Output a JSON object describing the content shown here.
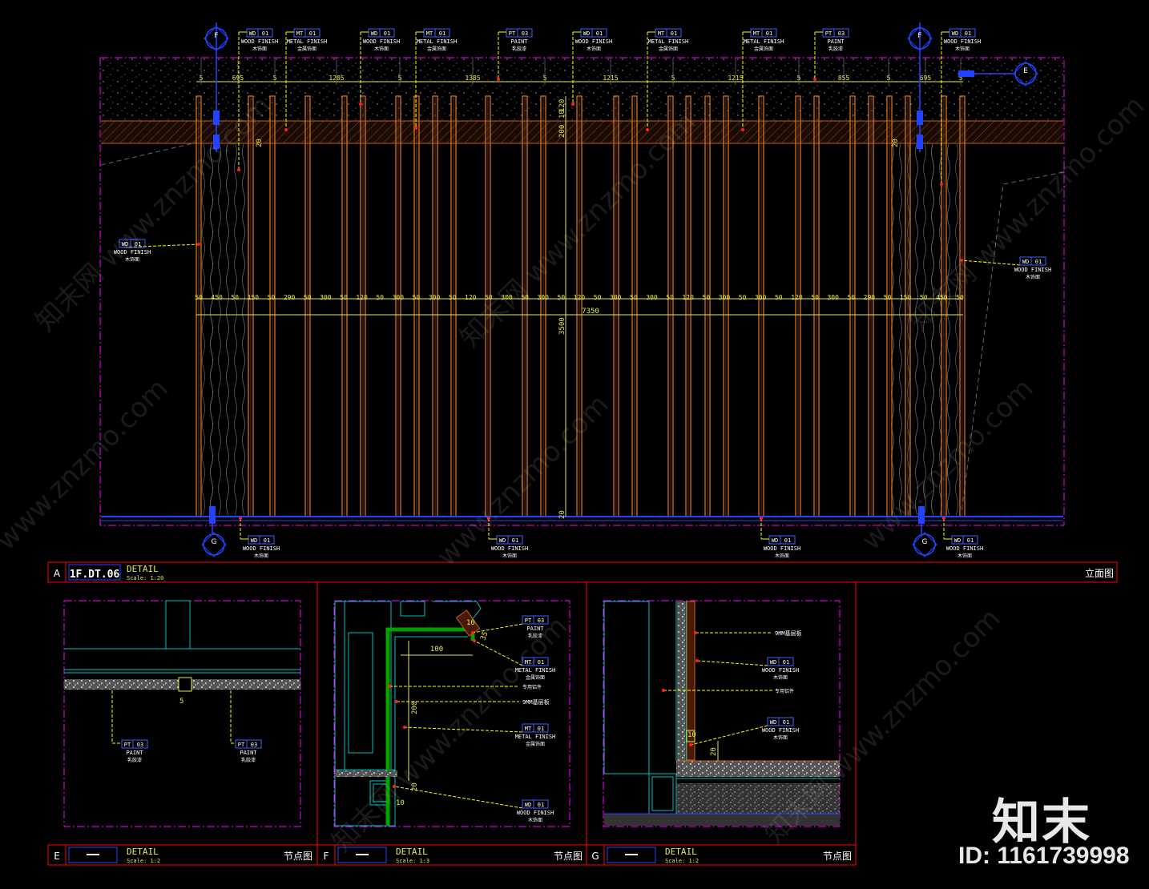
{
  "main_elevation": {
    "panel_letter": "A",
    "drawing_no": "1F.DT.06",
    "title": "DETAIL",
    "scale": "Scale: 1:20",
    "cn_title": "立面图",
    "top_dims": [
      "5",
      "695",
      "5",
      "1205",
      "5",
      "1385",
      "5",
      "1215",
      "5",
      "1215",
      "5",
      "855",
      "5",
      "695",
      "5"
    ],
    "mid_dims": [
      "50",
      "450",
      "50",
      "150",
      "50",
      "290",
      "50",
      "300",
      "50",
      "120",
      "50",
      "300",
      "50",
      "300",
      "50",
      "120",
      "50",
      "300",
      "50",
      "300",
      "50",
      "120",
      "50",
      "300",
      "50",
      "300",
      "50",
      "120",
      "50",
      "300",
      "50",
      "300",
      "50",
      "120",
      "50",
      "300",
      "50",
      "290",
      "50",
      "150",
      "50",
      "450",
      "50"
    ],
    "overall_width": "7350",
    "vertical_dims": [
      "200",
      "10",
      "120",
      "3500",
      "20"
    ],
    "side_dim": "20",
    "section_markers": {
      "left_top": "F",
      "right_top": "F",
      "right_side": "E",
      "left_bottom": "G",
      "right_bottom": "G"
    },
    "top_tags": [
      {
        "code": "WD",
        "num": "01",
        "name": "WOOD FINISH",
        "cn": "木饰面"
      },
      {
        "code": "MT",
        "num": "01",
        "name": "METAL FINISH",
        "cn": "金属饰面"
      },
      {
        "code": "WD",
        "num": "01",
        "name": "WOOD FINISH",
        "cn": "木饰面"
      },
      {
        "code": "MT",
        "num": "01",
        "name": "METAL FINISH",
        "cn": "金属饰面"
      },
      {
        "code": "PT",
        "num": "03",
        "name": "PAINT",
        "cn": "乳胶漆"
      },
      {
        "code": "WD",
        "num": "01",
        "name": "WOOD FINISH",
        "cn": "木饰面"
      },
      {
        "code": "MT",
        "num": "01",
        "name": "METAL FINISH",
        "cn": "金属饰面"
      },
      {
        "code": "MT",
        "num": "01",
        "name": "METAL FINISH",
        "cn": "金属饰面"
      },
      {
        "code": "PT",
        "num": "03",
        "name": "PAINT",
        "cn": "乳胶漆"
      },
      {
        "code": "WD",
        "num": "01",
        "name": "WOOD FINISH",
        "cn": "木饰面"
      }
    ],
    "side_tags": [
      {
        "code": "WD",
        "num": "01",
        "name": "WOOD FINISH",
        "cn": "木饰面"
      },
      {
        "code": "WD",
        "num": "01",
        "name": "WOOD FINISH",
        "cn": "木饰面"
      }
    ],
    "bottom_tags": [
      {
        "code": "WD",
        "num": "01",
        "name": "WOOD FINISH",
        "cn": "木饰面"
      },
      {
        "code": "WD",
        "num": "01",
        "name": "WOOD FINISH",
        "cn": "木饰面"
      },
      {
        "code": "WD",
        "num": "01",
        "name": "WOOD FINISH",
        "cn": "木饰面"
      },
      {
        "code": "WD",
        "num": "01",
        "name": "WOOD FINISH",
        "cn": "木饰面"
      }
    ]
  },
  "detail_e": {
    "letter": "E",
    "title": "DETAIL",
    "scale": "Scale: 1:2",
    "cn_title": "节点图",
    "dim": "5",
    "tags": [
      {
        "code": "PT",
        "num": "03",
        "name": "PAINT",
        "cn": "乳胶漆"
      },
      {
        "code": "PT",
        "num": "03",
        "name": "PAINT",
        "cn": "乳胶漆"
      }
    ]
  },
  "detail_f": {
    "letter": "F",
    "title": "DETAIL",
    "scale": "Scale: 1:3",
    "cn_title": "节点图",
    "dims": [
      "10",
      "35",
      "100",
      "200",
      "20",
      "10"
    ],
    "tags": [
      {
        "code": "PT",
        "num": "03",
        "name": "PAINT",
        "cn": "乳胶漆"
      },
      {
        "code": "MT",
        "num": "01",
        "name": "METAL FINISH",
        "cn": "金属饰面"
      },
      {
        "code": "",
        "num": "",
        "name": "",
        "cn": "专用铝件"
      },
      {
        "code": "",
        "num": "",
        "name": "9MM基层板",
        "cn": ""
      },
      {
        "code": "MT",
        "num": "01",
        "name": "METAL FINISH",
        "cn": "金属饰面"
      },
      {
        "code": "WD",
        "num": "01",
        "name": "WOOD FINISH",
        "cn": "木饰面"
      }
    ]
  },
  "detail_g": {
    "letter": "G",
    "title": "DETAIL",
    "scale": "Scale: 1:2",
    "cn_title": "节点图",
    "dims": [
      "10",
      "20"
    ],
    "tags": [
      {
        "code": "",
        "num": "",
        "name": "9MM基层板",
        "cn": ""
      },
      {
        "code": "WD",
        "num": "01",
        "name": "WOOD FINISH",
        "cn": "木饰面"
      },
      {
        "code": "",
        "num": "",
        "name": "",
        "cn": "专用铝件"
      },
      {
        "code": "WD",
        "num": "01",
        "name": "WOOD FINISH",
        "cn": "木饰面"
      }
    ]
  },
  "watermark": {
    "site": "www.znzmo.com",
    "cn": "知末网"
  },
  "brand": "知末",
  "image_id": "ID: 1161739998",
  "colors": {
    "background": "#000000",
    "frame": "#ff00ff",
    "title_border": "#ff0000",
    "wood": "#e07a1e",
    "dim": "#e8e850",
    "leader": "#ffff00",
    "tag_border": "#4060ff",
    "marker": "#2244ff",
    "cyan": "#00c0c0",
    "green": "#00b000",
    "white": "#ffffff"
  }
}
